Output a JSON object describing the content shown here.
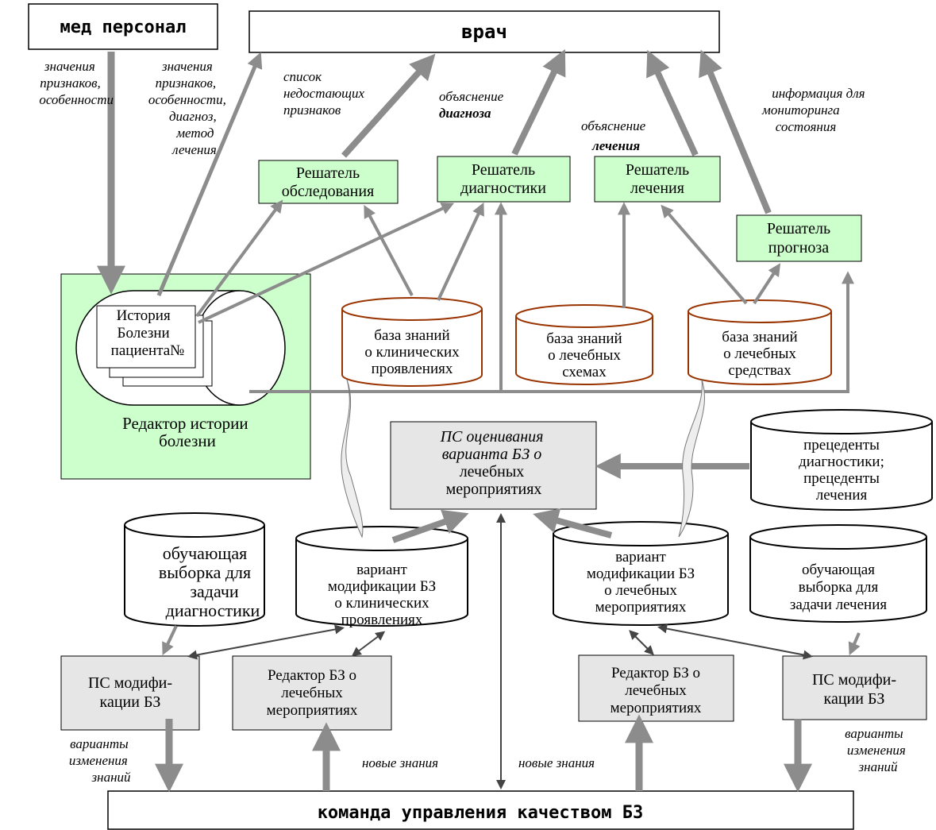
{
  "boxes": {
    "med_staff": "мед персонал",
    "doctor": "врач",
    "team": "команда управления качеством БЗ"
  },
  "solvers": {
    "exam": [
      "Решатель",
      "обследования"
    ],
    "diag": [
      "Решатель",
      "диагностики"
    ],
    "treat": [
      "Решатель",
      "лечения"
    ],
    "prog": [
      "Решатель",
      "прогноза"
    ]
  },
  "history": {
    "doc": [
      "История",
      "Болезни",
      "пациента№"
    ],
    "editor": [
      "Редактор  истории",
      "болезни"
    ]
  },
  "kb": {
    "clinical": [
      "база знаний",
      "о клинических",
      "проявлениях"
    ],
    "schemes": [
      "база знаний",
      "о лечебных",
      "схемах"
    ],
    "means": [
      "база знаний",
      "о лечебных",
      "средствах"
    ]
  },
  "evaluation": [
    "ПС оценивания",
    "варианта БЗ о",
    "лечебных",
    "мероприятиях"
  ],
  "precedents": [
    "прецеденты",
    "диагностики;",
    "прецеденты",
    "лечения"
  ],
  "training_diag": [
    "обучающая",
    "выборка для",
    "задачи",
    "диагностики"
  ],
  "training_treat": [
    "обучающая",
    "выборка для",
    "задачи лечения"
  ],
  "variant_clinical": [
    "вариант",
    "модификации БЗ",
    "о клинических",
    "проявлениях"
  ],
  "variant_treat": [
    "вариант",
    "модификации БЗ",
    "о лечебных",
    "мероприятиях"
  ],
  "ps_mod": [
    "ПС модифи-",
    "кации БЗ"
  ],
  "ps_mod_right": [
    "ПС модифи-",
    "кации БЗ"
  ],
  "editor_kb": [
    "Редактор БЗ о",
    "лечебных",
    "мероприятиях"
  ],
  "editor_kb_right": [
    "Редактор БЗ о",
    "лечебных",
    "мероприятиях"
  ],
  "labels": {
    "values1": [
      "значения",
      "признаков,",
      "особенности"
    ],
    "values2": [
      "значения",
      "признаков,",
      "особенности,",
      "диагноз,",
      "метод",
      "лечения"
    ],
    "missing": [
      "список",
      "недостающих",
      "признаков"
    ],
    "expl_diag": [
      "объяснение",
      "диагноза"
    ],
    "expl_treat": [
      "объяснение",
      "лечения"
    ],
    "monitor": [
      "информация для",
      "мониторинга",
      "состояния"
    ],
    "variants_left": [
      "варианты",
      "изменения",
      "знаний"
    ],
    "variants_right": [
      "варианты",
      "изменения",
      "знаний"
    ],
    "new_knowledge_1": "новые знания",
    "new_knowledge_2": "новые знания"
  },
  "colors": {
    "green": "#ccffcc",
    "gray": "#e6e6e6",
    "arrow": "#8c8c8c",
    "dark_arrow": "#555555",
    "brown": "#993300"
  }
}
